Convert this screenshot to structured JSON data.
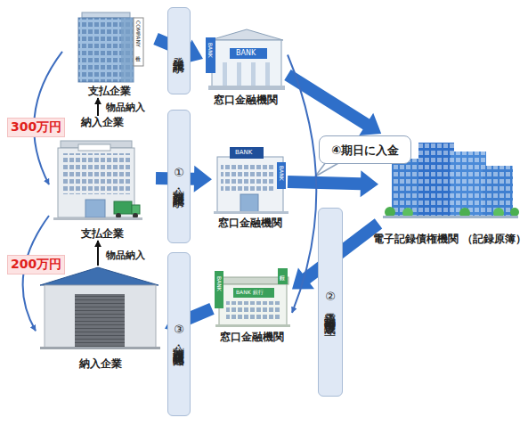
{
  "diagram": {
    "nodes": [
      {
        "text": [
          "支払企業"
        ]
      },
      {
        "text": [
          "発生記録請求"
        ]
      },
      {
        "text": [
          "窓口金融機関"
        ]
      },
      {
        "text": [
          "納入企業",
          "支払企業"
        ]
      },
      {
        "text": [
          "①分割・譲渡記録請求"
        ]
      },
      {
        "text": [
          "窓口金融機関"
        ]
      },
      {
        "text": [
          "④期日に入金"
        ]
      },
      {
        "text": [
          "電子記録債権機関 （記録原簿）"
        ]
      },
      {
        "text": [
          "②電子記録分割・債権譲渡成立"
        ]
      },
      {
        "text": [
          "③分割・譲渡譲渡記録通知"
        ]
      },
      {
        "text": [
          "窓口金融機関"
        ]
      },
      {
        "text": [
          "納入企業"
        ]
      }
    ],
    "edges": [
      {
        "from": 0,
        "to": 2,
        "arrow": "to"
      },
      {
        "from": 2,
        "to": 7,
        "arrow": "to"
      },
      {
        "from": 3,
        "to": 5,
        "arrow": "to"
      },
      {
        "from": 5,
        "to": 7,
        "arrow": "to"
      },
      {
        "from": 7,
        "to": 10,
        "arrow": "to"
      },
      {
        "from": 10,
        "to": 11,
        "arrow": "to"
      },
      {
        "from": 2,
        "to": 10,
        "arrow": "to"
      },
      {
        "from": 0,
        "to": 3,
        "label": "300万円",
        "arrow": "to"
      },
      {
        "from": 3,
        "to": 11,
        "label": "200万円",
        "arrow": "to"
      },
      {
        "from": 3,
        "to": 0,
        "label": "物品納入",
        "arrow": "to"
      },
      {
        "from": 11,
        "to": 3,
        "label": "物品納入",
        "arrow": "to"
      }
    ],
    "labels": [
      "COMPANY",
      "会社",
      "BANK",
      "BANK",
      "BANK",
      "BANK",
      "BANK",
      "銀行",
      "BANK 銀行"
    ]
  }
}
